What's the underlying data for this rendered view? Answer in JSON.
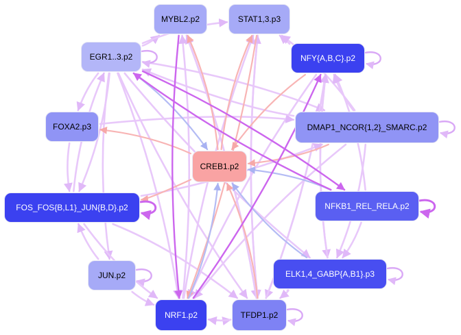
{
  "diagram": {
    "type": "motif-regulatory-network",
    "nodes": [
      {
        "id": "MYBL2",
        "label": "MYBL2.p2",
        "fill": "#a6aaf7",
        "text": "#000000",
        "self_loop": false
      },
      {
        "id": "STAT13",
        "label": "STAT1,3.p3",
        "fill": "#a6aaf7",
        "text": "#000000",
        "self_loop": false
      },
      {
        "id": "EGR",
        "label": "EGR1..3.p2",
        "fill": "#b3b6f8",
        "text": "#000000",
        "self_loop": true
      },
      {
        "id": "NFY",
        "label": "NFY{A,B,C}.p2",
        "fill": "#3b41f0",
        "text": "#ffffff",
        "self_loop": true
      },
      {
        "id": "FOXA2",
        "label": "FOXA2.p3",
        "fill": "#9094f5",
        "text": "#000000",
        "self_loop": false
      },
      {
        "id": "DMAP1",
        "label": "DMAP1_NCOR{1,2}_SMARC.p2",
        "fill": "#9094f5",
        "text": "#000000",
        "self_loop": true
      },
      {
        "id": "CREB1",
        "label": "CREB1.p2",
        "fill": "#f9a3a3",
        "text": "#000000",
        "self_loop": false
      },
      {
        "id": "FOS",
        "label": "FOS_FOS{B,L1}_JUN{B,D}.p2",
        "fill": "#3b41f0",
        "text": "#ffffff",
        "self_loop": true
      },
      {
        "id": "NFKB1",
        "label": "NFKB1_REL_RELA.p2",
        "fill": "#5a5ff2",
        "text": "#ffffff",
        "self_loop": true
      },
      {
        "id": "JUN",
        "label": "JUN.p2",
        "fill": "#a6aaf7",
        "text": "#000000",
        "self_loop": true
      },
      {
        "id": "ELK",
        "label": "ELK1,4_GABP{A,B1}.p3",
        "fill": "#484ef1",
        "text": "#ffffff",
        "self_loop": true
      },
      {
        "id": "NRF1",
        "label": "NRF1.p2",
        "fill": "#3b41f0",
        "text": "#ffffff",
        "self_loop": false
      },
      {
        "id": "TFDP1",
        "label": "TFDP1.p2",
        "fill": "#7e82f4",
        "text": "#000000",
        "self_loop": true
      }
    ],
    "edge_colors": {
      "activation_strong": "#cc66ee",
      "activation_weak": "#e8c8fa",
      "repression": "#f8b4b4",
      "neutral": "#b4bcf4"
    },
    "edges": [
      {
        "from": "EGR",
        "to": "MYBL2",
        "kind": "activation_weak"
      },
      {
        "from": "EGR",
        "to": "STAT13",
        "kind": "activation_weak"
      },
      {
        "from": "EGR",
        "to": "FOXA2",
        "kind": "activation_weak"
      },
      {
        "from": "EGR",
        "to": "CREB1",
        "kind": "neutral"
      },
      {
        "from": "EGR",
        "to": "DMAP1",
        "kind": "activation_weak"
      },
      {
        "from": "EGR",
        "to": "NFKB1",
        "kind": "activation_strong"
      },
      {
        "from": "EGR",
        "to": "ELK",
        "kind": "activation_weak"
      },
      {
        "from": "EGR",
        "to": "NRF1",
        "kind": "activation_weak"
      },
      {
        "from": "EGR",
        "to": "TFDP1",
        "kind": "activation_weak"
      },
      {
        "from": "EGR",
        "to": "FOS",
        "kind": "activation_weak"
      },
      {
        "from": "EGR",
        "to": "JUN",
        "kind": "activation_weak"
      },
      {
        "from": "MYBL2",
        "to": "NRF1",
        "kind": "activation_strong"
      },
      {
        "from": "MYBL2",
        "to": "TFDP1",
        "kind": "activation_weak"
      },
      {
        "from": "STAT13",
        "to": "NRF1",
        "kind": "repression"
      },
      {
        "from": "STAT13",
        "to": "TFDP1",
        "kind": "activation_weak"
      },
      {
        "from": "NFY",
        "to": "STAT13",
        "kind": "activation_weak"
      },
      {
        "from": "NFY",
        "to": "CREB1",
        "kind": "repression"
      },
      {
        "from": "NFY",
        "to": "NRF1",
        "kind": "activation_weak"
      },
      {
        "from": "NFY",
        "to": "TFDP1",
        "kind": "activation_weak"
      },
      {
        "from": "NFY",
        "to": "ELK",
        "kind": "activation_weak"
      },
      {
        "from": "FOXA2",
        "to": "DMAP1",
        "kind": "activation_weak"
      },
      {
        "from": "FOXA2",
        "to": "FOS",
        "kind": "activation_weak"
      },
      {
        "from": "DMAP1",
        "to": "CREB1",
        "kind": "repression"
      },
      {
        "from": "DMAP1",
        "to": "EGR",
        "kind": "activation_weak"
      },
      {
        "from": "DMAP1",
        "to": "STAT13",
        "kind": "activation_weak"
      },
      {
        "from": "DMAP1",
        "to": "NFY",
        "kind": "activation_weak"
      },
      {
        "from": "DMAP1",
        "to": "NRF1",
        "kind": "activation_weak"
      },
      {
        "from": "DMAP1",
        "to": "ELK",
        "kind": "activation_weak"
      },
      {
        "from": "CREB1",
        "to": "FOXA2",
        "kind": "repression"
      },
      {
        "from": "CREB1",
        "to": "FOS",
        "kind": "repression"
      },
      {
        "from": "CREB1",
        "to": "MYBL2",
        "kind": "repression"
      },
      {
        "from": "CREB1",
        "to": "STAT13",
        "kind": "repression"
      },
      {
        "from": "NFKB1",
        "to": "CREB1",
        "kind": "neutral"
      },
      {
        "from": "NFKB1",
        "to": "EGR",
        "kind": "activation_strong"
      },
      {
        "from": "NFKB1",
        "to": "NFY",
        "kind": "activation_weak"
      },
      {
        "from": "NFKB1",
        "to": "ELK",
        "kind": "activation_weak"
      },
      {
        "from": "ELK",
        "to": "CREB1",
        "kind": "neutral"
      },
      {
        "from": "ELK",
        "to": "TFDP1",
        "kind": "activation_weak"
      },
      {
        "from": "ELK",
        "to": "NFY",
        "kind": "activation_weak"
      },
      {
        "from": "NRF1",
        "to": "CREB1",
        "kind": "neutral"
      },
      {
        "from": "NRF1",
        "to": "TFDP1",
        "kind": "activation_weak"
      },
      {
        "from": "NRF1",
        "to": "NFY",
        "kind": "activation_strong"
      },
      {
        "from": "NRF1",
        "to": "STAT13",
        "kind": "activation_weak"
      },
      {
        "from": "NRF1",
        "to": "MYBL2",
        "kind": "activation_weak"
      },
      {
        "from": "TFDP1",
        "to": "CREB1",
        "kind": "repression"
      },
      {
        "from": "TFDP1",
        "to": "NRF1",
        "kind": "activation_weak"
      },
      {
        "from": "TFDP1",
        "to": "NFY",
        "kind": "activation_weak"
      },
      {
        "from": "TFDP1",
        "to": "STAT13",
        "kind": "activation_weak"
      },
      {
        "from": "TFDP1",
        "to": "MYBL2",
        "kind": "activation_weak"
      },
      {
        "from": "JUN",
        "to": "FOS",
        "kind": "activation_weak"
      },
      {
        "from": "JUN",
        "to": "NRF1",
        "kind": "activation_weak"
      },
      {
        "from": "FOS",
        "to": "EGR",
        "kind": "activation_weak"
      },
      {
        "from": "FOS",
        "to": "NRF1",
        "kind": "activation_weak"
      },
      {
        "from": "FOS",
        "to": "TFDP1",
        "kind": "activation_weak"
      },
      {
        "from": "FOS",
        "to": "DMAP1",
        "kind": "activation_weak"
      }
    ]
  }
}
